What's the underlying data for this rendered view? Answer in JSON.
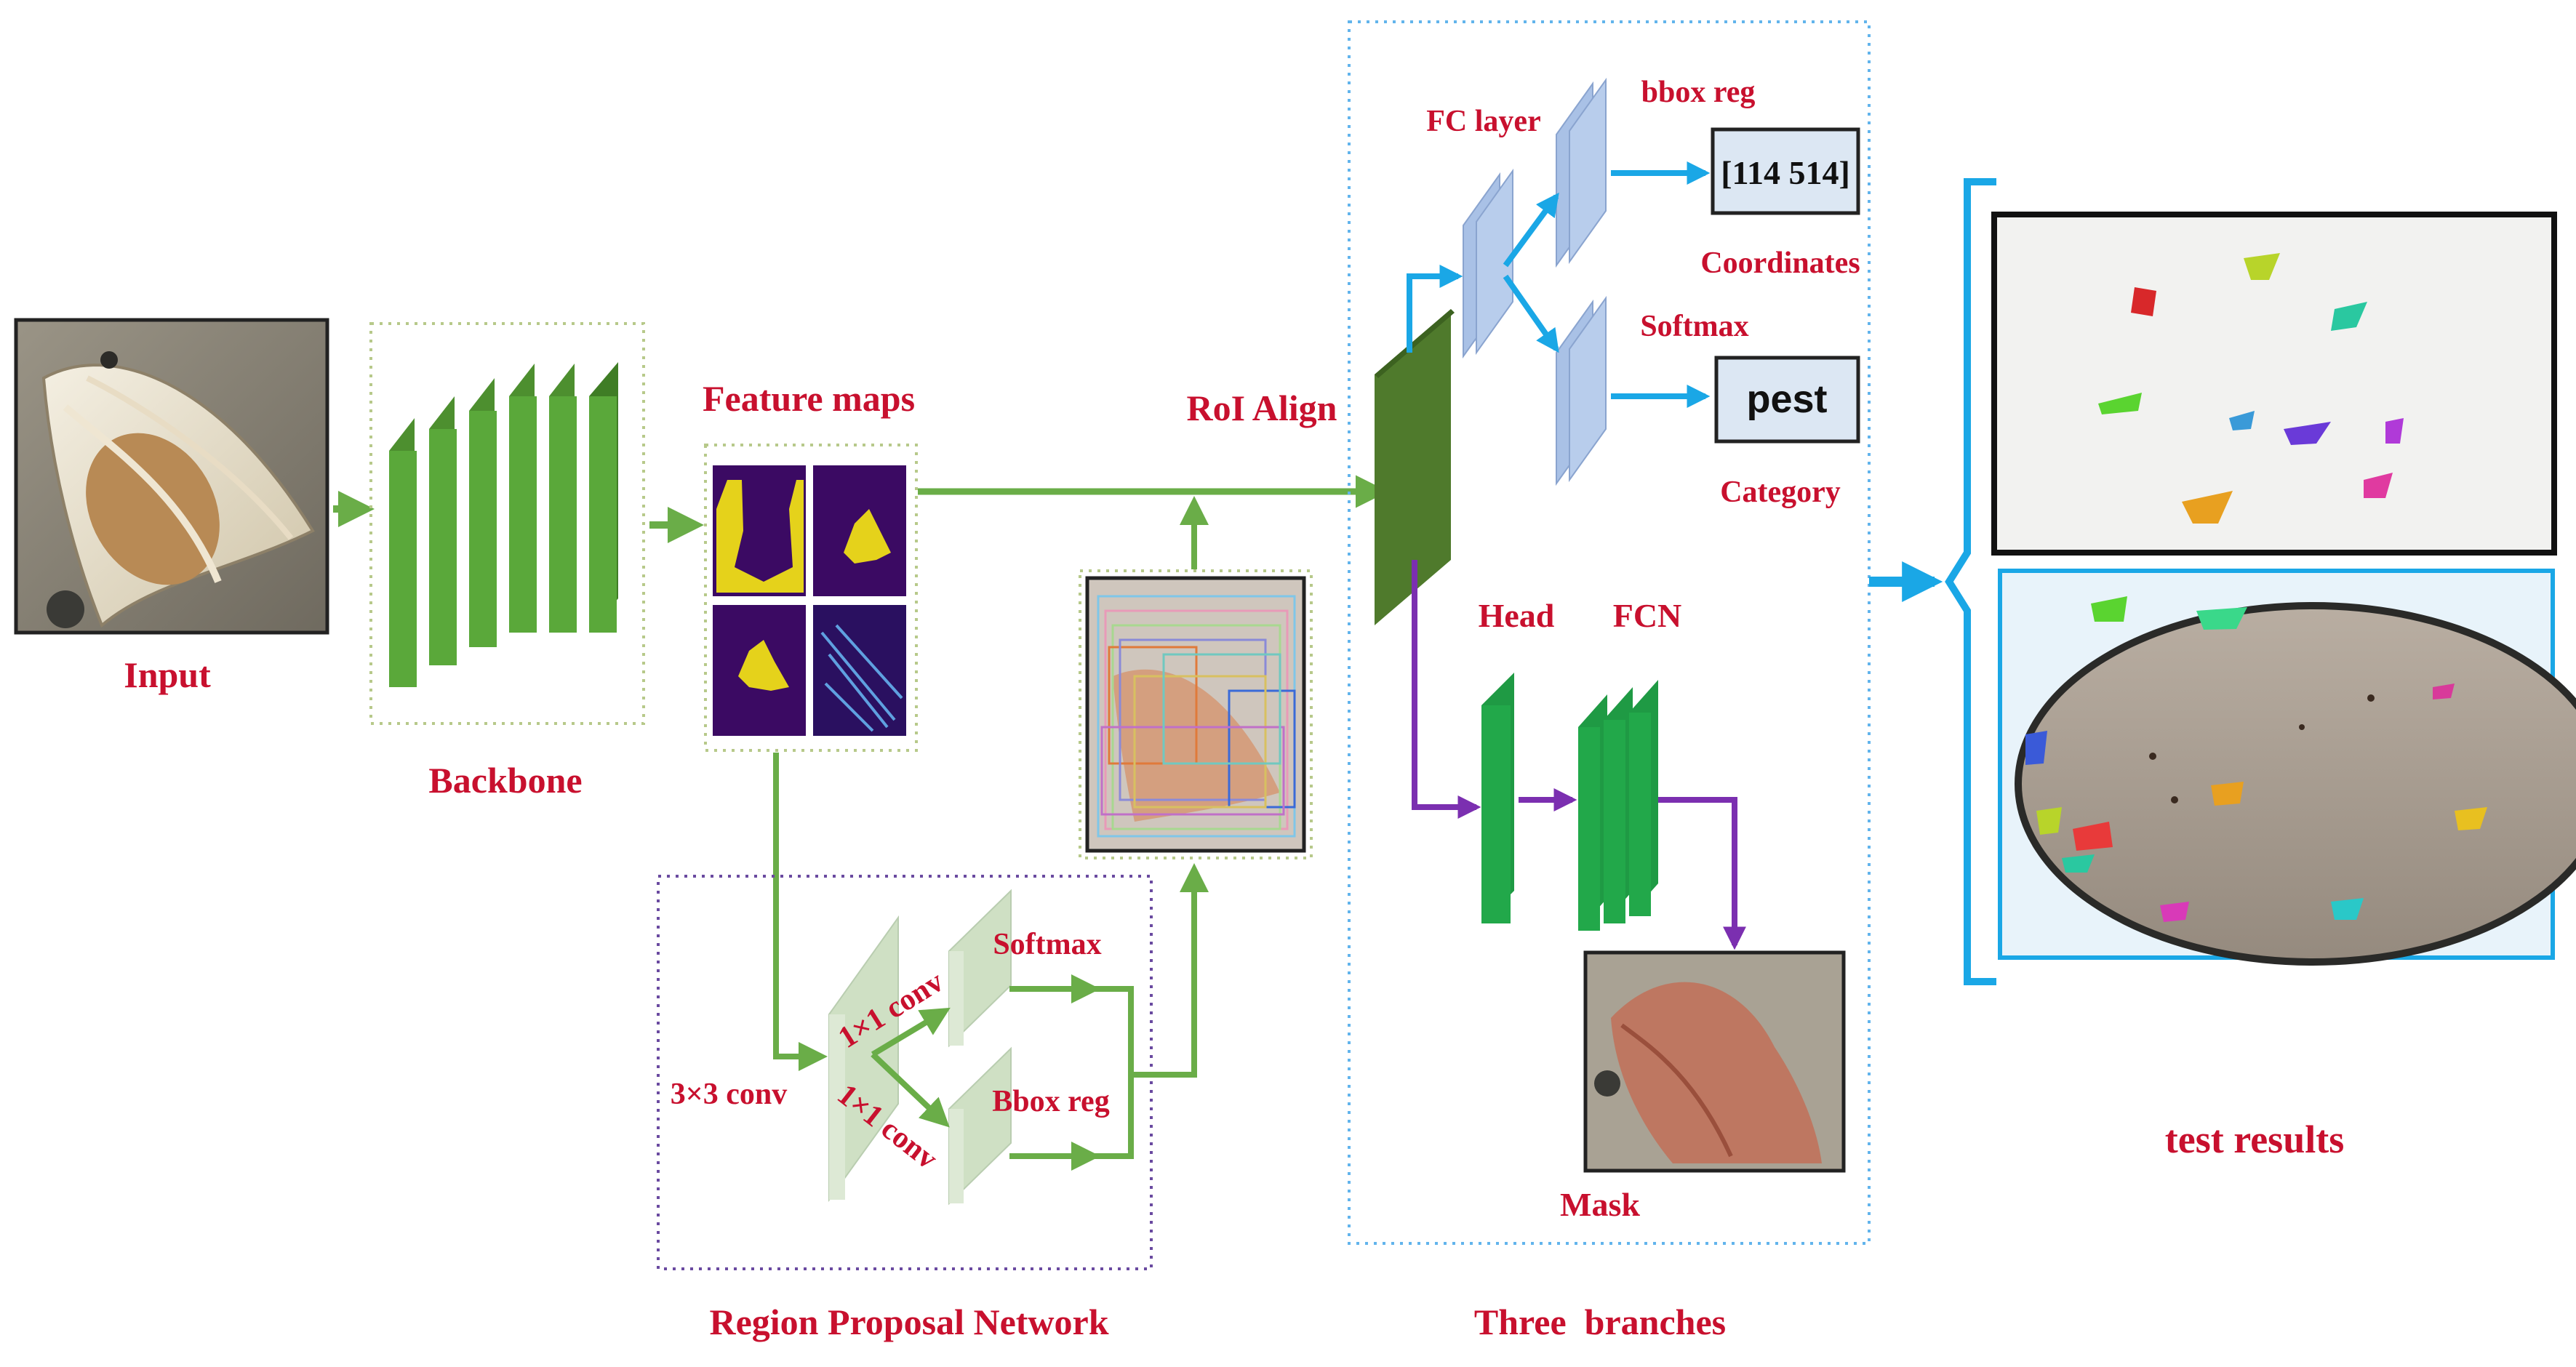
{
  "diagram": {
    "input_label": "Input",
    "backbone_label": "Backbone",
    "feature_maps_label": "Feature maps",
    "roi_align_label": "RoI Align",
    "rpn": {
      "title": "Region Proposal Network",
      "conv3": "3×3 conv",
      "conv1_top": "1×1 conv",
      "conv1_bottom": "1×1 conv",
      "softmax": "Softmax",
      "bbox_reg": "Bbox reg"
    },
    "branches": {
      "title": "Three  branches",
      "fc_layer": "FC layer",
      "bbox_reg": "bbox reg",
      "bbox_value": "[114 514]",
      "coordinates": "Coordinates",
      "softmax": "Softmax",
      "category_value": "pest",
      "category": "Category",
      "head": "Head",
      "fcn": "FCN",
      "mask": "Mask"
    },
    "test_results_label": "test results"
  },
  "colors": {
    "label_red": "#c8102e",
    "backbone_green": "#5aa83a",
    "rpn_green_arrow": "#6aad48",
    "blue_arrow": "#1aa7e6",
    "purple_arrow": "#7b2fb0",
    "head_green": "#22a84a",
    "fc_blue": "#a9c1e6",
    "dotted_green": "#b7c98a",
    "dotted_purple": "#6a4aa0",
    "dotted_blue": "#62b4ec"
  }
}
